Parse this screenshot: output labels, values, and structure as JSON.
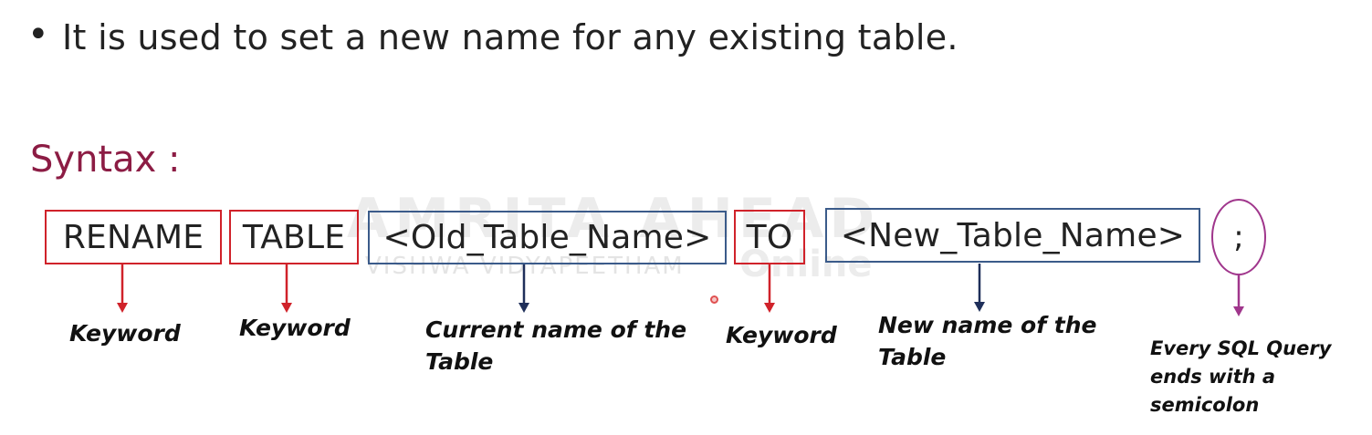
{
  "slide": {
    "bullet_text": "It is used to set a new name for any existing table.",
    "syntax_title": "Syntax :"
  },
  "watermark": {
    "logo_text": "AMRITA AHEAD",
    "subtitle": "VISHWA VIDYAPEETHAM",
    "online": "Online"
  },
  "tokens": [
    {
      "text": "RENAME",
      "color": "#d0222a"
    },
    {
      "text": "TABLE",
      "color": "#d0222a"
    },
    {
      "text": "<Old_Table_Name>",
      "color": "#3b5b8a"
    },
    {
      "text": "TO",
      "color": "#d0222a"
    },
    {
      "text": "<New_Table_Name>",
      "color": "#3b5b8a"
    },
    {
      "text": ";",
      "color": "#a0368c"
    }
  ],
  "labels": [
    {
      "lines": [
        "Keyword"
      ]
    },
    {
      "lines": [
        "Keyword"
      ]
    },
    {
      "lines": [
        "Current name of  the",
        "Table"
      ]
    },
    {
      "lines": [
        "Keyword"
      ]
    },
    {
      "lines": [
        "New name of  the",
        "Table"
      ]
    },
    {
      "lines": [
        "Every SQL Query",
        "ends with a",
        "semicolon"
      ]
    }
  ],
  "colors": {
    "keyword_red": "#d0222a",
    "name_navy": "#1f2f5a",
    "box_navy": "#3b5b8a",
    "semicolon_purple": "#a0368c",
    "title_maroon": "#8c1c44"
  }
}
